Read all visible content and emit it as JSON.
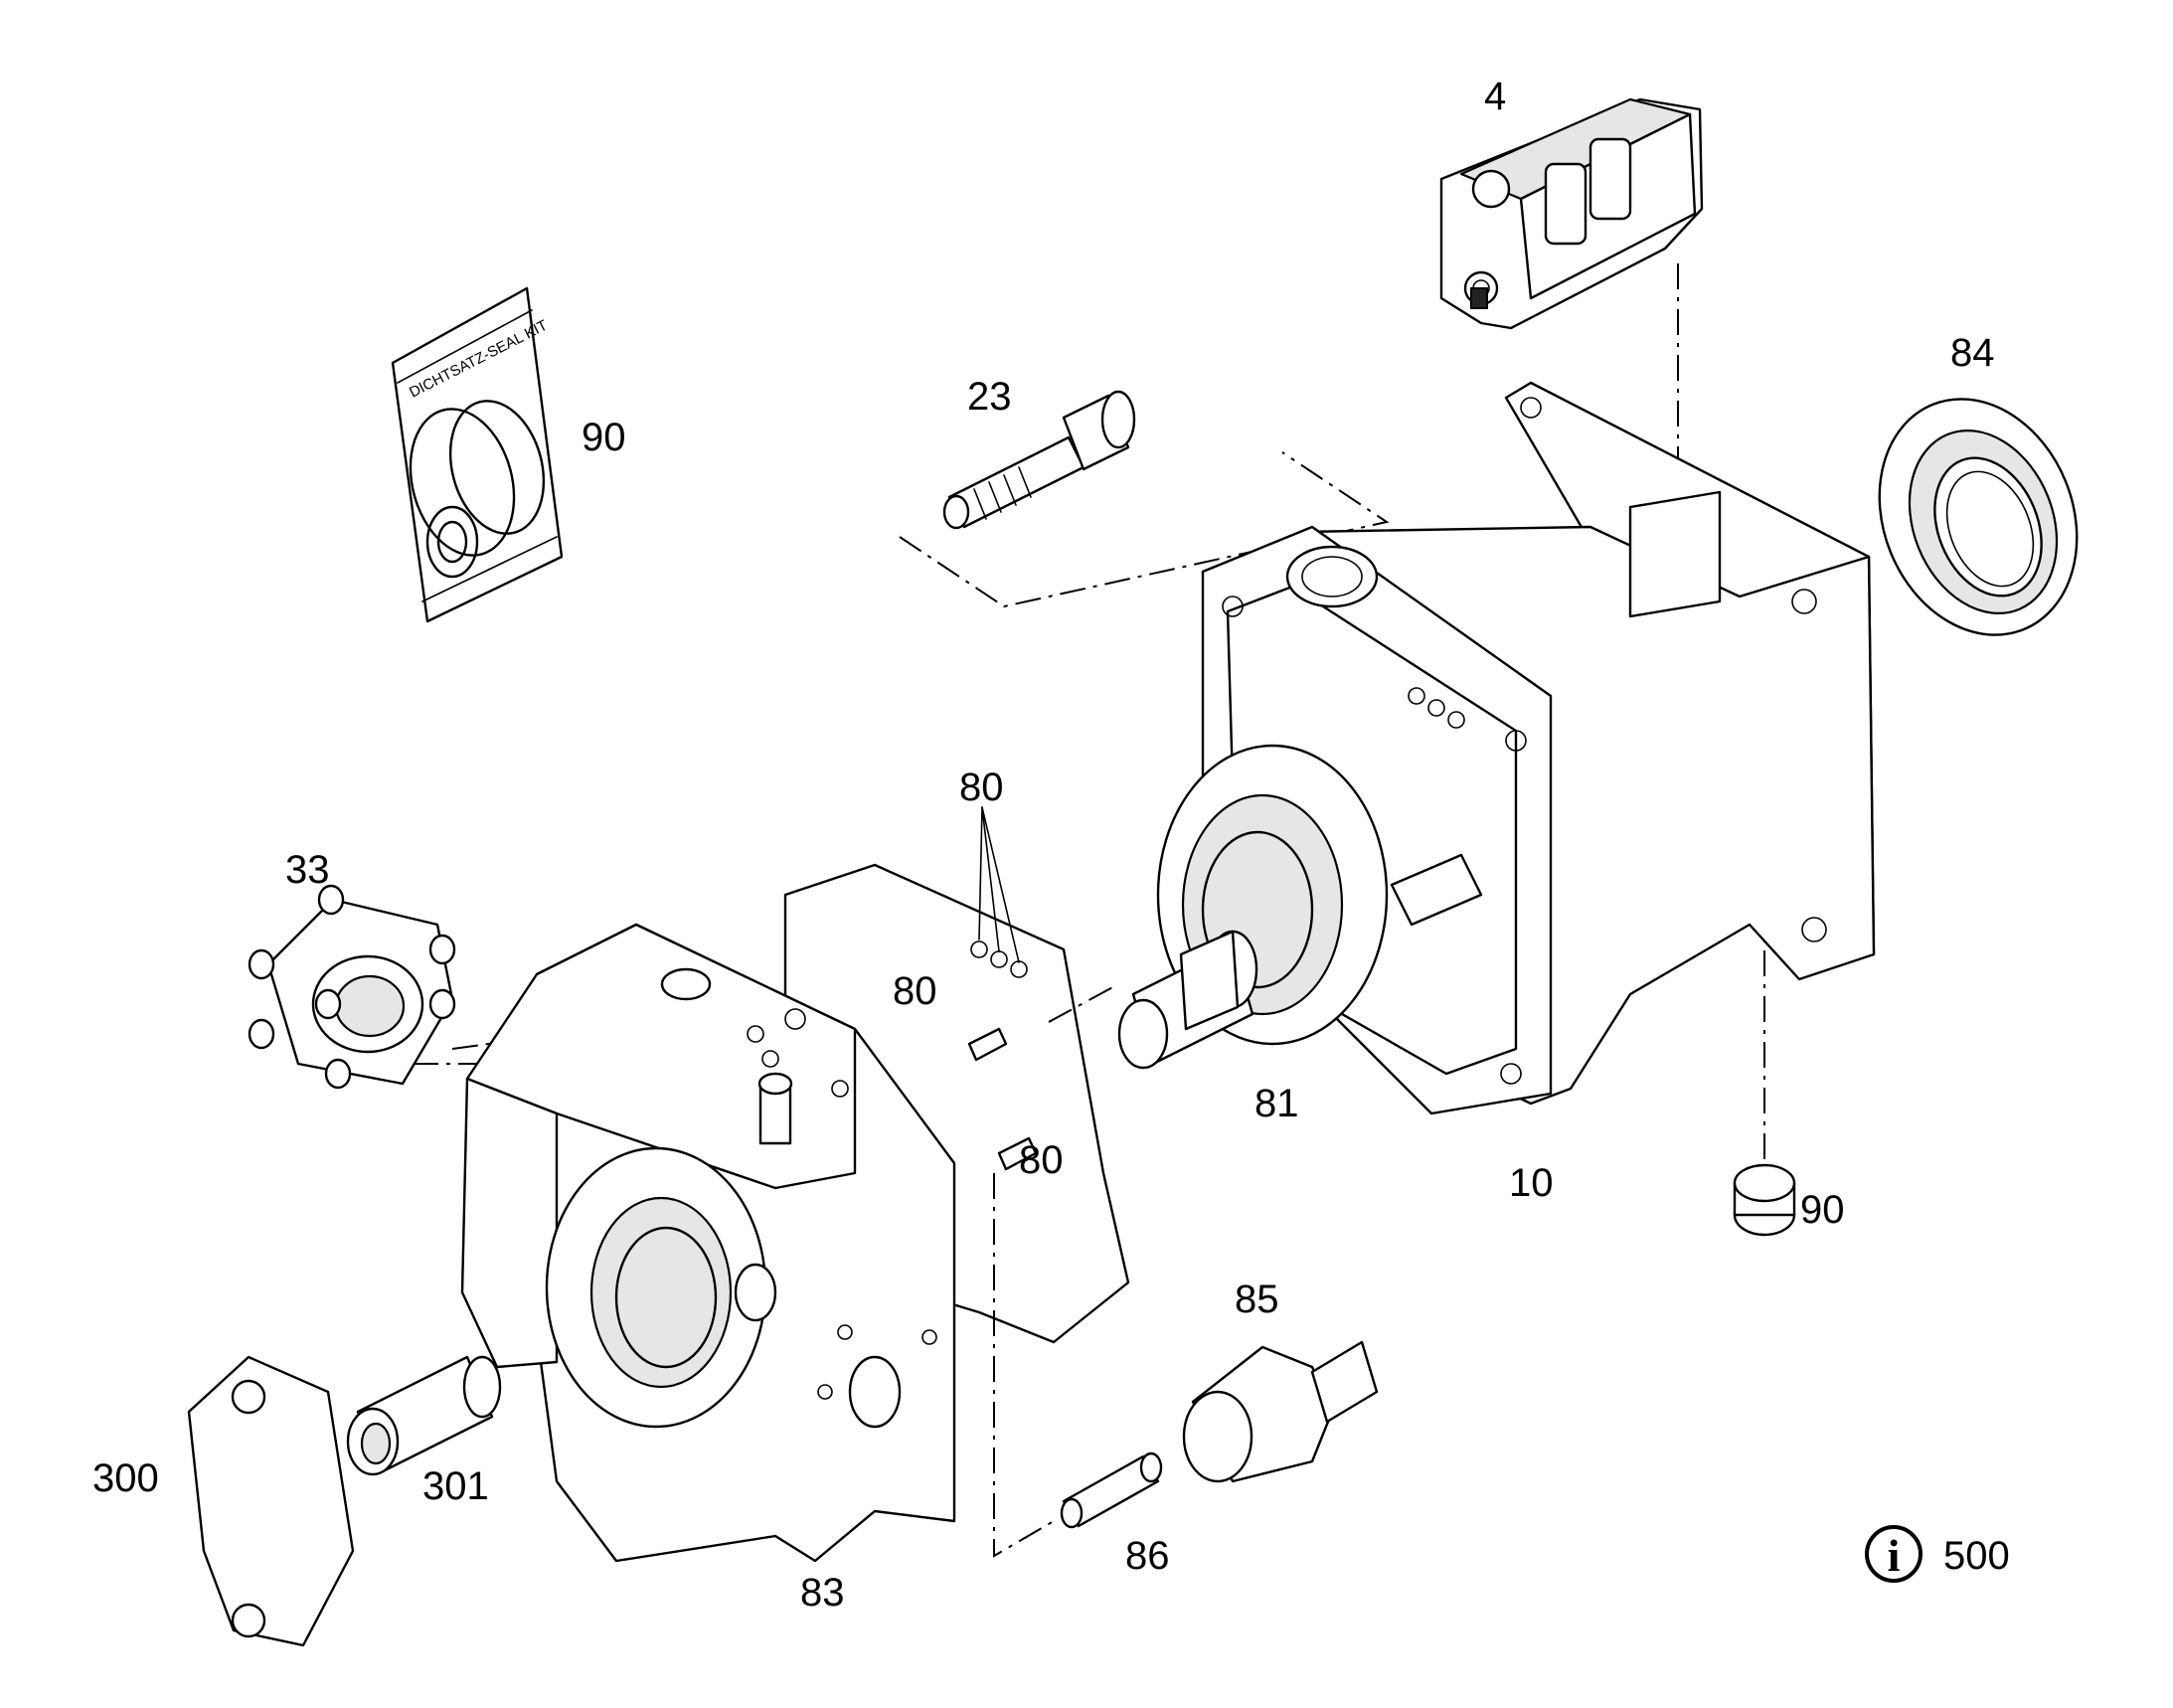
{
  "diagram": {
    "part_labels": [
      {
        "key": "4",
        "text": "4"
      },
      {
        "key": "84",
        "text": "84"
      },
      {
        "key": "23",
        "text": "23"
      },
      {
        "key": "90a",
        "text": "90"
      },
      {
        "key": "80a",
        "text": "80"
      },
      {
        "key": "80b",
        "text": "80"
      },
      {
        "key": "80c",
        "text": "80"
      },
      {
        "key": "33",
        "text": "33"
      },
      {
        "key": "81",
        "text": "81"
      },
      {
        "key": "10",
        "text": "10"
      },
      {
        "key": "90b",
        "text": "90"
      },
      {
        "key": "85",
        "text": "85"
      },
      {
        "key": "300",
        "text": "300"
      },
      {
        "key": "301",
        "text": "301"
      },
      {
        "key": "86",
        "text": "86"
      },
      {
        "key": "83",
        "text": "83"
      },
      {
        "key": "500",
        "text": "500"
      }
    ],
    "seal_kit_bag_text": "DICHTSATZ-SEAL KIT",
    "info_icon_glyph": "i"
  }
}
